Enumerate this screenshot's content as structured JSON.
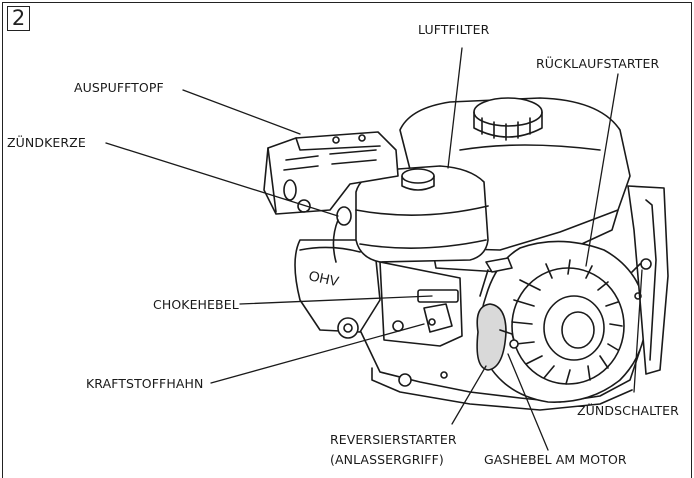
{
  "figure_number": "2",
  "labels": {
    "luftfilter": "LUFTFILTER",
    "auspufftopf": "AUSPUFFTOPF",
    "ruecklaufstarter": "RÜCKLAUFSTARTER",
    "zuendkerze": "ZÜNDKERZE",
    "chokehebel": "CHOKEHEBEL",
    "kraftstoffhahn": "KRAFTSTOFFHAHN",
    "zuendschalter": "ZÜNDSCHALTER",
    "reversierstarter_line1": "REVERSIERSTARTER",
    "reversierstarter_line2": "(ANLASSERGRIFF)",
    "gashebel": "GASHEBEL AM MOTOR"
  },
  "engine_mark": "OHV",
  "colors": {
    "line": "#1a1a1a",
    "fill": "#ffffff",
    "shade": "#d9d9d9"
  }
}
